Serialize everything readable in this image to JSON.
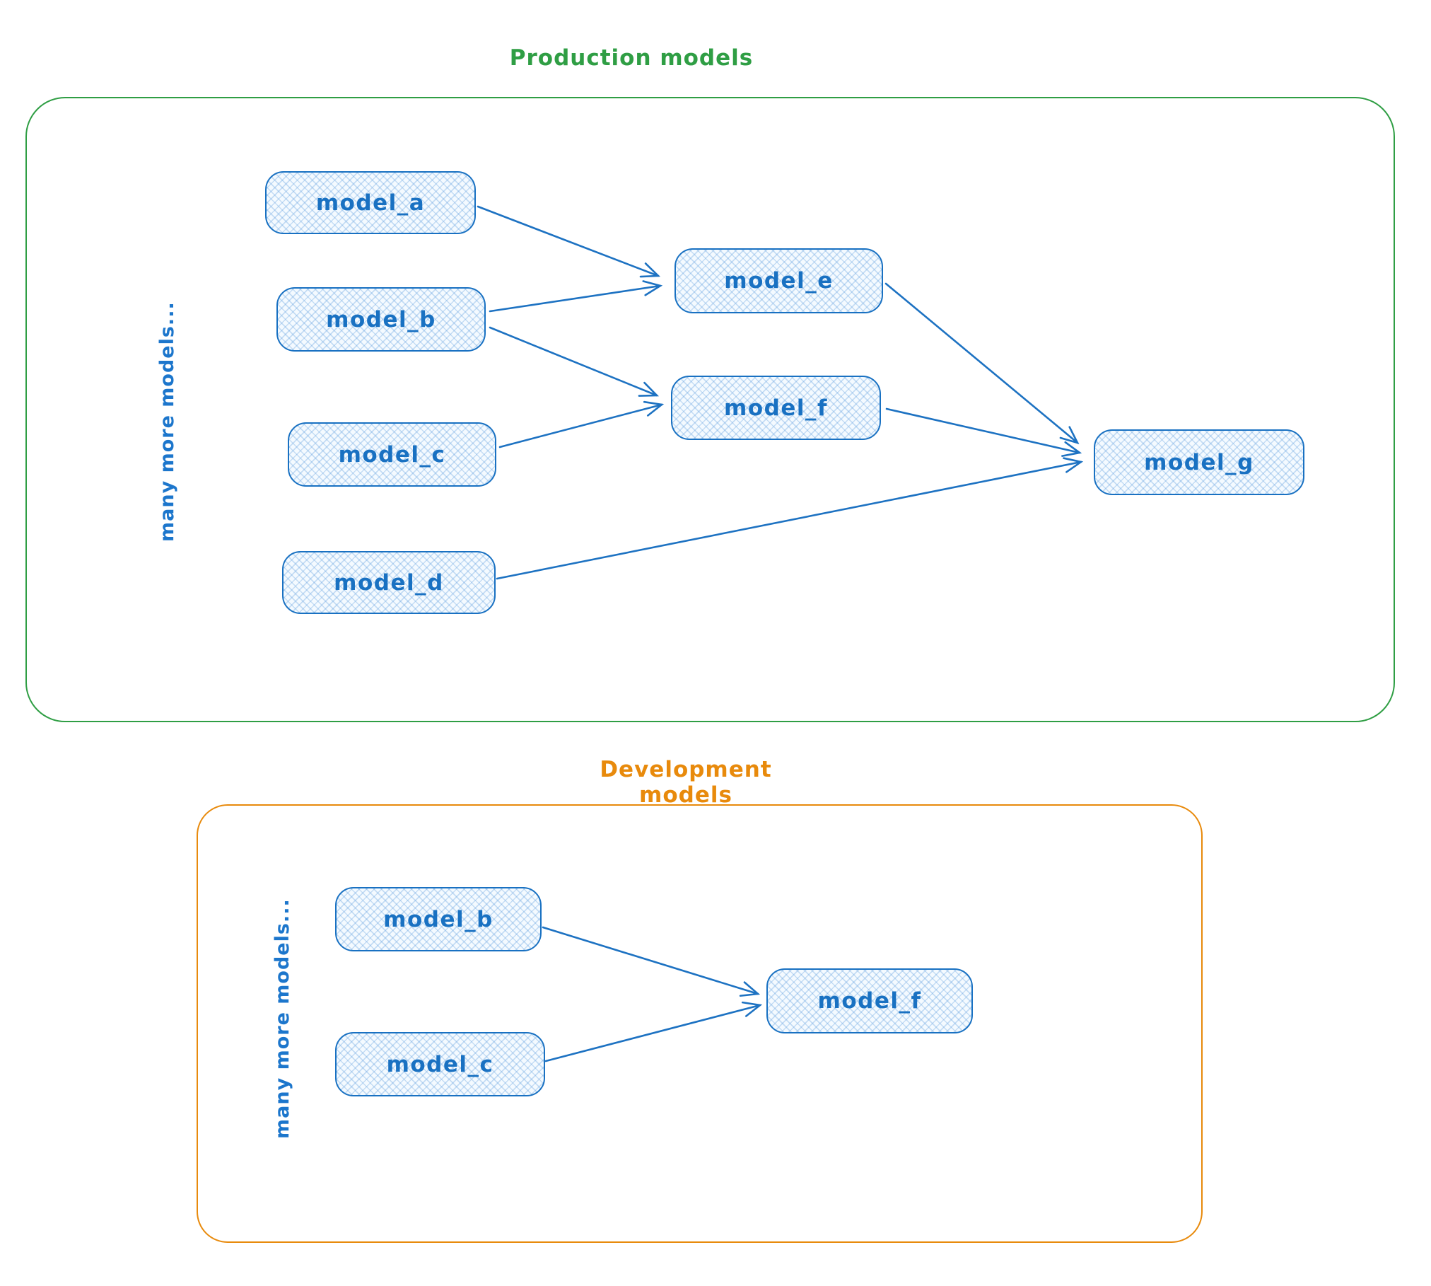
{
  "colors": {
    "production_accent": "#2f9e44",
    "development_accent": "#e88a0c",
    "node_border": "#1971c2",
    "node_fill_hatch": "#a5d8ff",
    "node_text": "#1971c2",
    "arrow": "#1d72c2"
  },
  "production": {
    "title": "Production models",
    "side_label": "many more models...",
    "nodes": [
      {
        "id": "model_a",
        "label": "model_a"
      },
      {
        "id": "model_b",
        "label": "model_b"
      },
      {
        "id": "model_c",
        "label": "model_c"
      },
      {
        "id": "model_d",
        "label": "model_d"
      },
      {
        "id": "model_e",
        "label": "model_e"
      },
      {
        "id": "model_f",
        "label": "model_f"
      },
      {
        "id": "model_g",
        "label": "model_g"
      }
    ],
    "edges": [
      {
        "from": "model_a",
        "to": "model_e"
      },
      {
        "from": "model_b",
        "to": "model_e"
      },
      {
        "from": "model_b",
        "to": "model_f"
      },
      {
        "from": "model_c",
        "to": "model_f"
      },
      {
        "from": "model_e",
        "to": "model_g"
      },
      {
        "from": "model_f",
        "to": "model_g"
      },
      {
        "from": "model_d",
        "to": "model_g"
      }
    ]
  },
  "development": {
    "title": "Development models",
    "side_label": "many more models...",
    "nodes": [
      {
        "id": "model_b",
        "label": "model_b"
      },
      {
        "id": "model_c",
        "label": "model_c"
      },
      {
        "id": "model_f",
        "label": "model_f"
      }
    ],
    "edges": [
      {
        "from": "model_b",
        "to": "model_f"
      },
      {
        "from": "model_c",
        "to": "model_f"
      }
    ]
  }
}
